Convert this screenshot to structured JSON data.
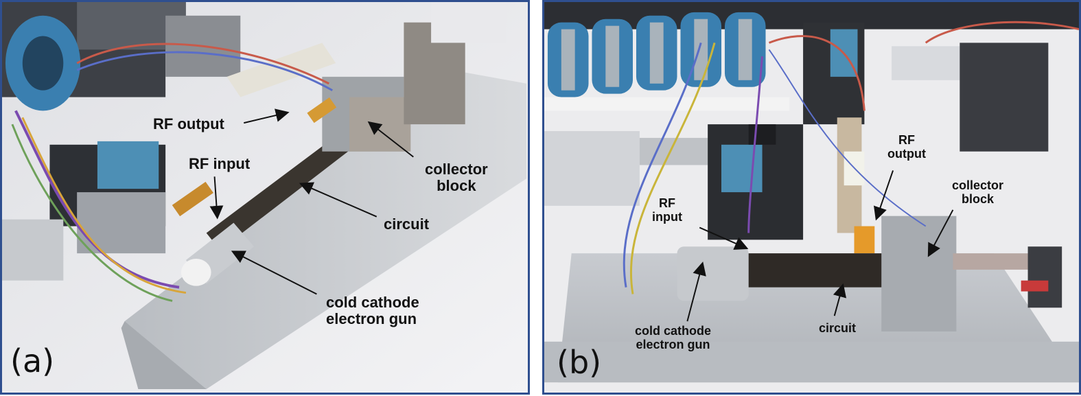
{
  "panels": {
    "a": {
      "letter": "(a)",
      "labels": {
        "rf_output": "RF output",
        "rf_input": "RF input",
        "collector_1": "collector",
        "collector_2": "block",
        "circuit": "circuit",
        "gun_1": "cold cathode",
        "gun_2": "electron gun"
      }
    },
    "b": {
      "letter": "(b)",
      "labels": {
        "rf_output_1": "RF",
        "rf_output_2": "output",
        "rf_input_1": "RF",
        "rf_input_2": "input",
        "collector_1": "collector",
        "collector_2": "block",
        "circuit": "circuit",
        "gun_1": "cold cathode",
        "gun_2": "electron gun"
      }
    }
  },
  "colors": {
    "frame": "#2f4f8f",
    "table": "#e9e9ec",
    "rail": "#bfc3c8",
    "component_blue": "#4d8fb5",
    "solenoid_blue": "#3a7fb0"
  }
}
